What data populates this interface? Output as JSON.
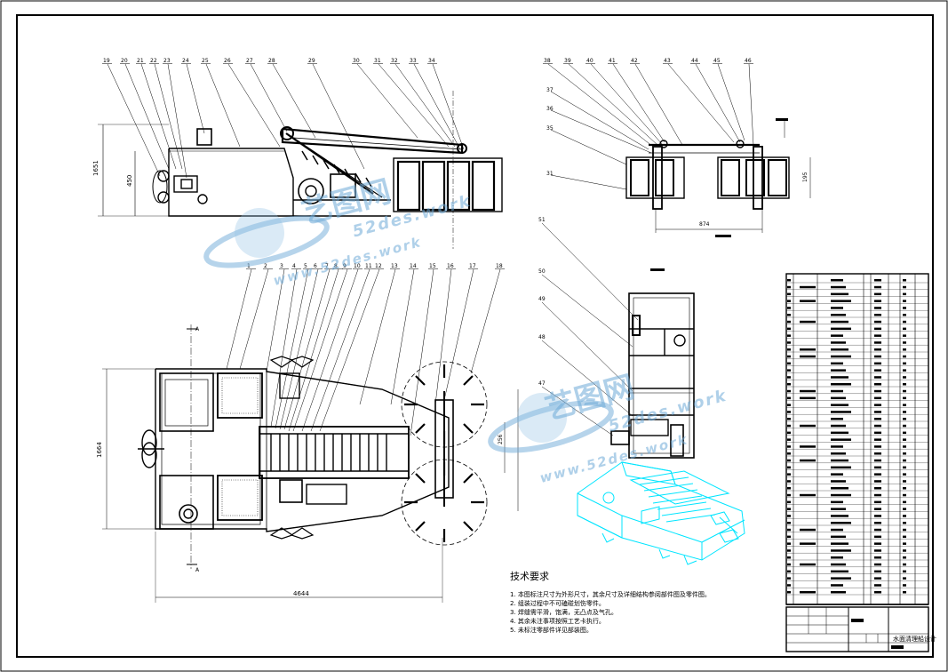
{
  "balloons_top_view": [
    "19",
    "20",
    "21",
    "22",
    "23",
    "24",
    "25",
    "26",
    "27",
    "28",
    "29",
    "30",
    "31",
    "32",
    "33",
    "34"
  ],
  "balloons_plan_view": [
    "1",
    "2",
    "3",
    "4",
    "5",
    "6",
    "7",
    "8",
    "9",
    "10",
    "11",
    "12",
    "13",
    "14",
    "15",
    "16",
    "17",
    "18"
  ],
  "balloons_section": [
    "38",
    "39",
    "40",
    "41",
    "42",
    "43",
    "44",
    "45",
    "46"
  ],
  "balloons_section_left": [
    "37",
    "36",
    "35",
    "31"
  ],
  "balloons_side_view": [
    "51",
    "50",
    "49",
    "48",
    "47"
  ],
  "section_marker": "A",
  "tech_requirements": {
    "title": "技术要求",
    "items": [
      "1. 本图标注尺寸为外形尺寸，其余尺寸及详细结构参阅部件图及零件图。",
      "2. 组装过程中不可磕碰划伤零件。",
      "3. 焊缝需平滑，饱满，无凸点及气孔。",
      "4. 其余未注事项按照工艺卡执行。",
      "5. 未标注零部件详见部装图。"
    ]
  },
  "title_block": {
    "product_name": "水面清理船设计"
  },
  "watermark": {
    "cn": "艺图网",
    "url": "52des.work",
    "url_full": "www.52des.work"
  },
  "colors": {
    "line": "#000000",
    "iso_view": "#00e5ff",
    "watermark": "#6aaad7"
  }
}
